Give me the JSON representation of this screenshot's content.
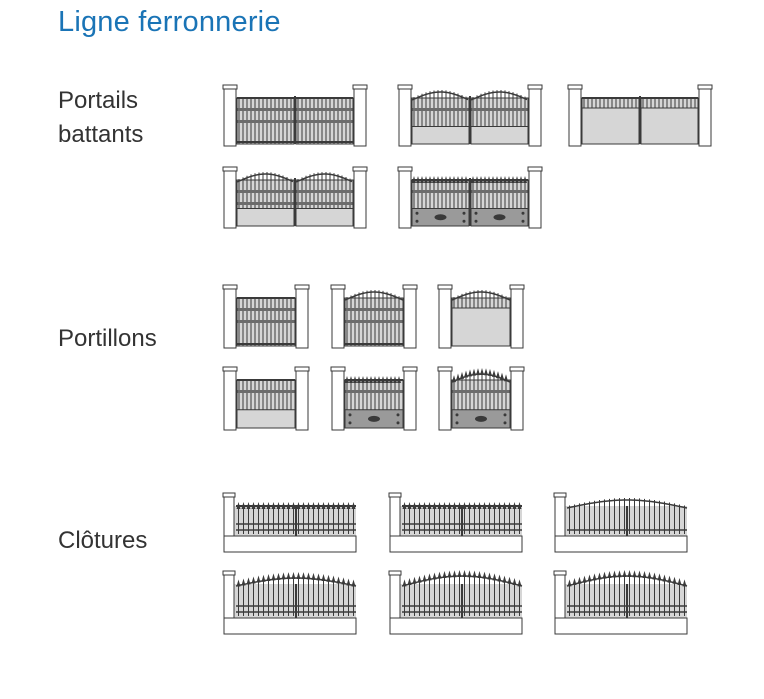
{
  "page": {
    "title": "Ligne ferronnerie",
    "title_color": "#1a74b6"
  },
  "sections": {
    "portails_battants": {
      "label_lines": [
        "Portails",
        "battants"
      ]
    },
    "portillons": {
      "label_lines": [
        "Portillons"
      ]
    },
    "clotures": {
      "label_lines": [
        "Clôtures"
      ]
    }
  },
  "colors": {
    "fill_light": "#d6d6d6",
    "fill_mid": "#9a9a9a",
    "fill_dark": "#6c6c6c",
    "stroke": "#3a3a3a"
  },
  "thumbnails": {
    "portails_battants": [
      {
        "name": "portail-battant-1",
        "type": "double",
        "top": "flat",
        "panel": "none",
        "rails": 2
      },
      {
        "name": "portail-battant-2",
        "type": "double",
        "top": "wave",
        "panel": "plain",
        "rails": 1
      },
      {
        "name": "portail-battant-3",
        "type": "double",
        "top": "flat",
        "panel": "solid",
        "rails": 1
      },
      {
        "name": "portail-battant-4",
        "type": "double",
        "top": "wave",
        "panel": "plain",
        "rails": 2
      },
      {
        "name": "portail-battant-5",
        "type": "double",
        "top": "spear",
        "panel": "ornate",
        "rails": 1
      }
    ],
    "portillons": [
      {
        "name": "portillon-1",
        "type": "single",
        "top": "flat",
        "panel": "none",
        "rails": 2
      },
      {
        "name": "portillon-2",
        "type": "single",
        "top": "wave",
        "panel": "none",
        "rails": 2
      },
      {
        "name": "portillon-3",
        "type": "single",
        "top": "wave",
        "panel": "solid",
        "rails": 1
      },
      {
        "name": "portillon-4",
        "type": "single",
        "top": "flat",
        "panel": "plain",
        "rails": 1
      },
      {
        "name": "portillon-5",
        "type": "single",
        "top": "spear",
        "panel": "ornate",
        "rails": 1
      },
      {
        "name": "portillon-6",
        "type": "single",
        "top": "spear-wave",
        "panel": "ornate",
        "rails": 1
      }
    ],
    "clotures": [
      {
        "name": "cloture-1",
        "type": "fence",
        "top": "spear",
        "panel": "none",
        "rails": 2
      },
      {
        "name": "cloture-2",
        "type": "fence",
        "top": "spear",
        "panel": "none",
        "rails": 2
      },
      {
        "name": "cloture-3",
        "type": "fence",
        "top": "wave",
        "panel": "none",
        "rails": 1
      },
      {
        "name": "cloture-4",
        "type": "fence",
        "top": "spear-wave",
        "panel": "none",
        "rails": 2
      },
      {
        "name": "cloture-5",
        "type": "fence",
        "top": "spear-arch",
        "panel": "none",
        "rails": 2
      },
      {
        "name": "cloture-6",
        "type": "fence",
        "top": "spear-arch",
        "panel": "none",
        "rails": 2
      }
    ]
  }
}
